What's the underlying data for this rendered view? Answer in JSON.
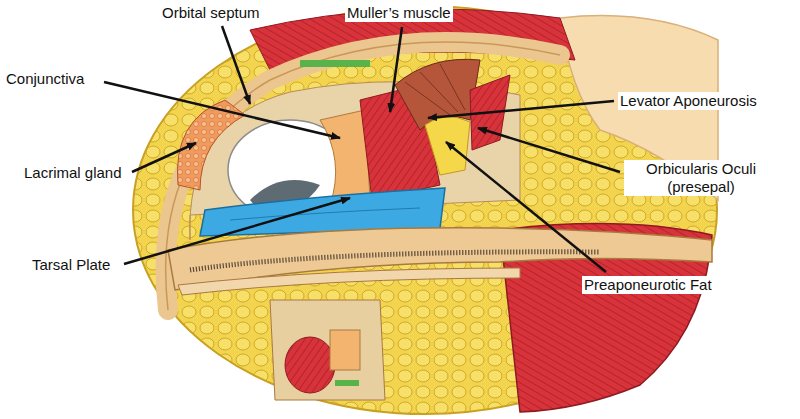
{
  "diagram": {
    "labels": [
      "Orbital septum",
      "Muller’s muscle",
      "Conjunctiva",
      "Levator Aponeurosis",
      "Orbicularis Oculi (presepal)",
      "Lacrimal gland",
      "Tarsal Plate",
      "Preaponeurotic Fat"
    ]
  }
}
